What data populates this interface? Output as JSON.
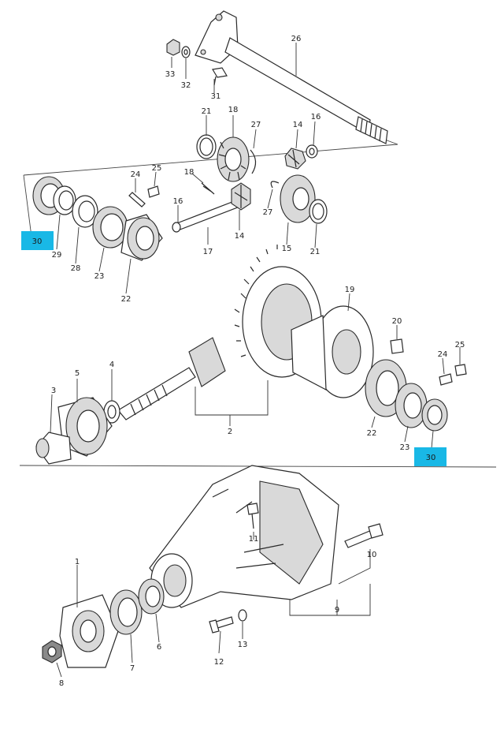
{
  "highlight_color": "#19b8e6",
  "labels": [
    {
      "id": "l26",
      "text": "26"
    },
    {
      "id": "l33",
      "text": "33"
    },
    {
      "id": "l32",
      "text": "32"
    },
    {
      "id": "l31",
      "text": "31"
    },
    {
      "id": "l21a",
      "text": "21"
    },
    {
      "id": "l18a",
      "text": "18"
    },
    {
      "id": "l27a",
      "text": "27"
    },
    {
      "id": "l14a",
      "text": "14"
    },
    {
      "id": "l16a",
      "text": "16"
    },
    {
      "id": "l24a",
      "text": "24"
    },
    {
      "id": "l25a",
      "text": "25"
    },
    {
      "id": "l18b",
      "text": "18"
    },
    {
      "id": "l16b",
      "text": "16"
    },
    {
      "id": "l14b",
      "text": "14"
    },
    {
      "id": "l27b",
      "text": "27"
    },
    {
      "id": "l17",
      "text": "17"
    },
    {
      "id": "l15",
      "text": "15"
    },
    {
      "id": "l21b",
      "text": "21"
    },
    {
      "id": "l29",
      "text": "29"
    },
    {
      "id": "l28",
      "text": "28"
    },
    {
      "id": "l23a",
      "text": "23"
    },
    {
      "id": "l22a",
      "text": "22"
    },
    {
      "id": "l19",
      "text": "19"
    },
    {
      "id": "l20",
      "text": "20"
    },
    {
      "id": "l24b",
      "text": "24"
    },
    {
      "id": "l25b",
      "text": "25"
    },
    {
      "id": "l5",
      "text": "5"
    },
    {
      "id": "l4",
      "text": "4"
    },
    {
      "id": "l3",
      "text": "3"
    },
    {
      "id": "l2",
      "text": "2"
    },
    {
      "id": "l22b",
      "text": "22"
    },
    {
      "id": "l23b",
      "text": "23"
    },
    {
      "id": "l11",
      "text": "11"
    },
    {
      "id": "l10",
      "text": "10"
    },
    {
      "id": "l1",
      "text": "1"
    },
    {
      "id": "l9",
      "text": "9"
    },
    {
      "id": "l7",
      "text": "7"
    },
    {
      "id": "l6",
      "text": "6"
    },
    {
      "id": "l8",
      "text": "8"
    },
    {
      "id": "l12",
      "text": "12"
    },
    {
      "id": "l13",
      "text": "13"
    }
  ],
  "highlights": [
    {
      "id": "h30a",
      "text": "30"
    },
    {
      "id": "h30b",
      "text": "30"
    }
  ]
}
